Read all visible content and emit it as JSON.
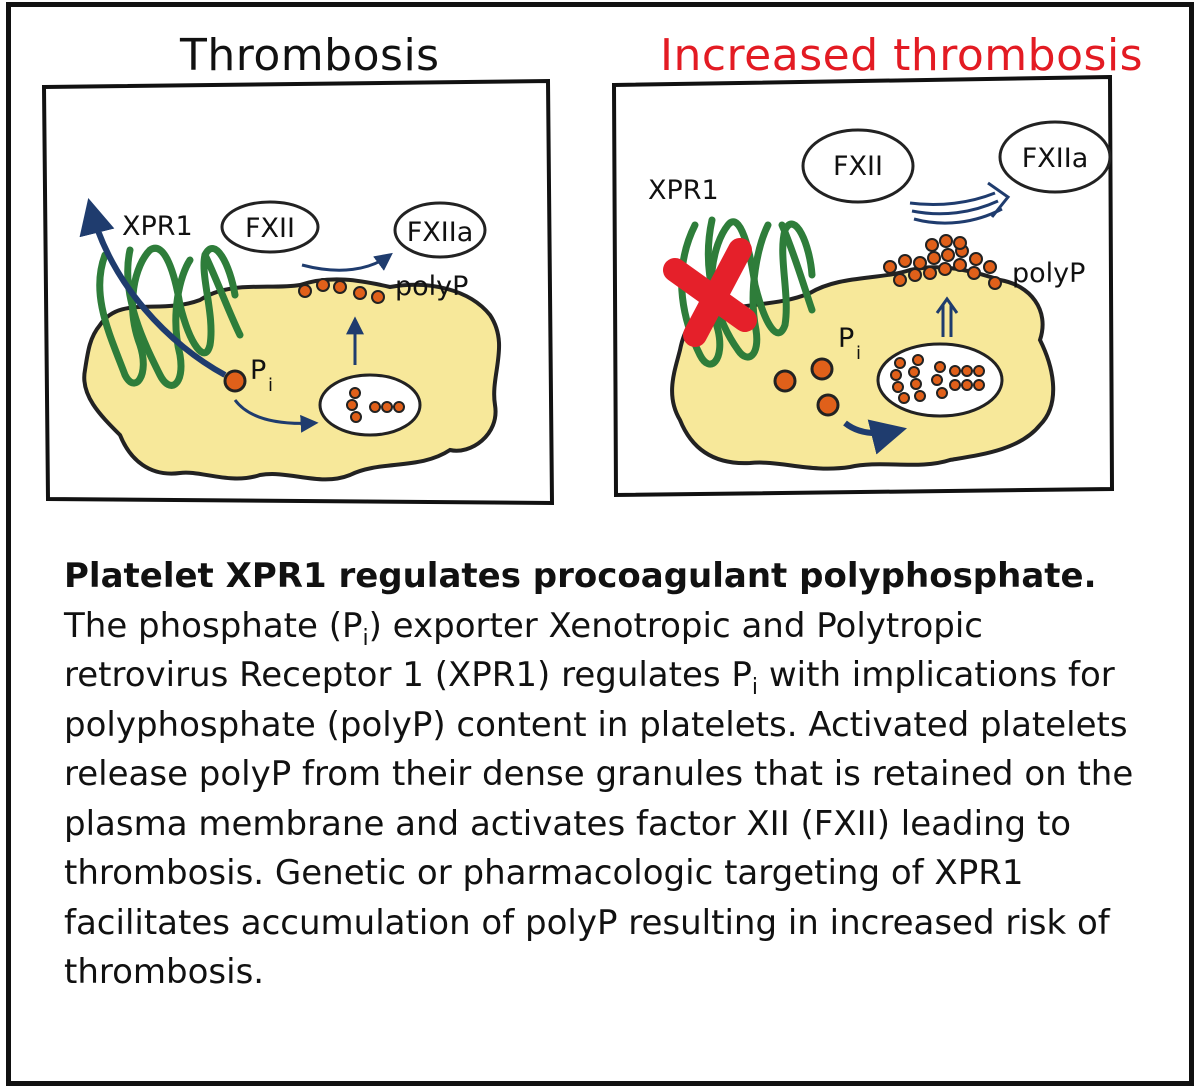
{
  "panels": [
    {
      "title": "Thrombosis",
      "labels": {
        "xpr1": "XPR1",
        "fxii": "FXII",
        "fxiia": "FXIIa",
        "polyp": "polyP",
        "pi_main": "P",
        "pi_sub": "i"
      }
    },
    {
      "title": "Increased thrombosis",
      "labels": {
        "xpr1": "XPR1",
        "fxii": "FXII",
        "fxiia": "FXIIa",
        "polyp": "polyP",
        "pi_main": "P",
        "pi_sub": "i"
      }
    }
  ],
  "colors": {
    "title_increased": "#e31b23",
    "platelet_fill": "#f7e89a",
    "xpr1_green": "#2e7d3a",
    "arrow_navy": "#1f3c6e",
    "polyp_orange": "#e0601a",
    "block_red": "#e5202a"
  },
  "caption": {
    "heading": "Platelet XPR1 regulates procoagulant polyphosphate.",
    "s1_a": " The phosphate (P",
    "s1_sub": "i",
    "s1_b": ") exporter Xenotropic and Polytropic retrovirus Receptor 1 (XPR1) regulates P",
    "s1_sub2": "i",
    "s1_c": " with implications for polyphosphate (polyP) content in platelets. Activated platelets release polyP from their dense granules that is retained on the plasma membrane and activates factor XII (FXII) leading to thrombosis. Genetic or pharmacologic targeting of XPR1 facilitates accumulation of polyP resulting in increased risk of thrombosis."
  }
}
